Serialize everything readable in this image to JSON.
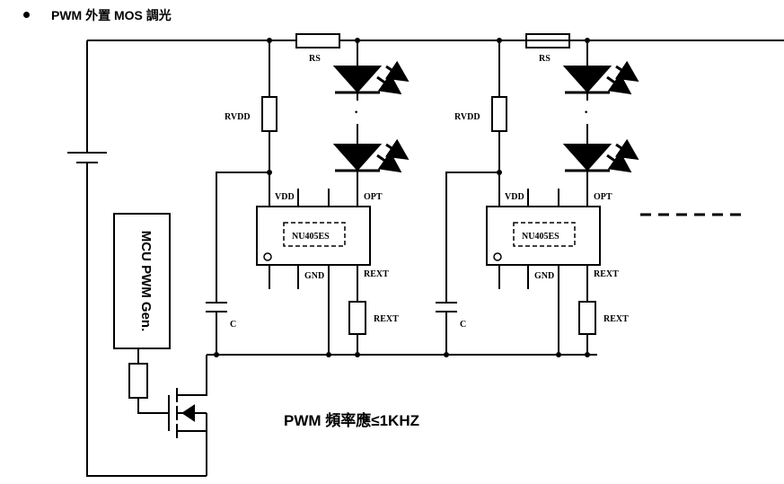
{
  "title": "PWM 外置 MOS 調光",
  "freq_note": "PWM 頻率應≤1KHZ",
  "mcu_label": "MCU PWM Gen.",
  "continuation": "- - - - -",
  "stages": [
    {
      "rs": "RS",
      "rvdd": "RVDD",
      "vdd": "VDD",
      "opt": "OPT",
      "gnd": "GND",
      "rext_pin": "REXT",
      "rext_res": "REXT",
      "cap": "C",
      "chip": "NU405ES",
      "led_ellipsis": "·"
    },
    {
      "rs": "RS",
      "rvdd": "RVDD",
      "vdd": "VDD",
      "opt": "OPT",
      "gnd": "GND",
      "rext_pin": "REXT",
      "rext_res": "REXT",
      "cap": "C",
      "chip": "NU405ES",
      "led_ellipsis": "·"
    }
  ]
}
